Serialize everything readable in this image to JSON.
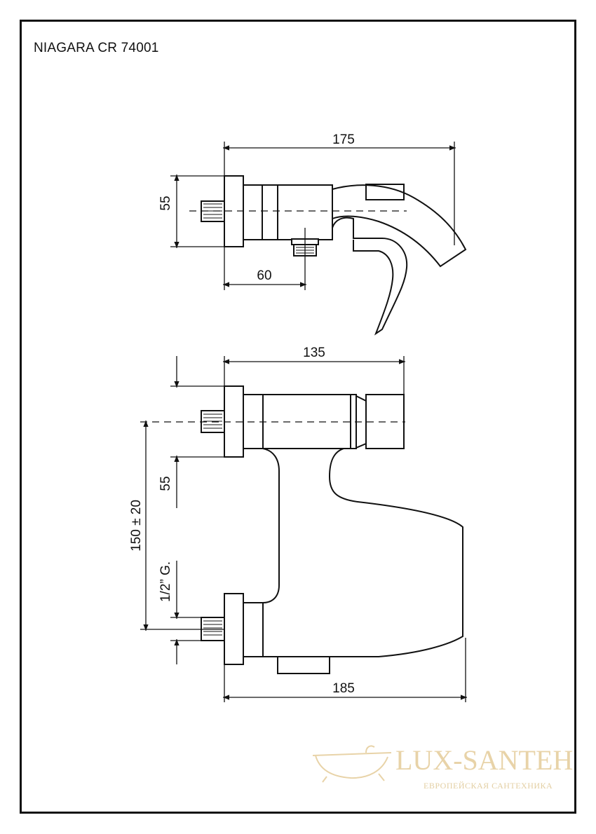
{
  "title": "NIAGARA CR 74001",
  "top_view": {
    "width_dim": "175",
    "height_dim": "55",
    "inlet_dim": "60"
  },
  "front_view": {
    "width_top_dim": "135",
    "width_bottom_dim": "185",
    "height_dim": "55",
    "spacing_dim": "150 ± 20",
    "thread_dim": "1/2” G."
  },
  "watermark": {
    "brand": "LUX-SANTEH",
    "tagline": "ЕВРОПЕЙСКАЯ САНТЕХНИКА"
  }
}
